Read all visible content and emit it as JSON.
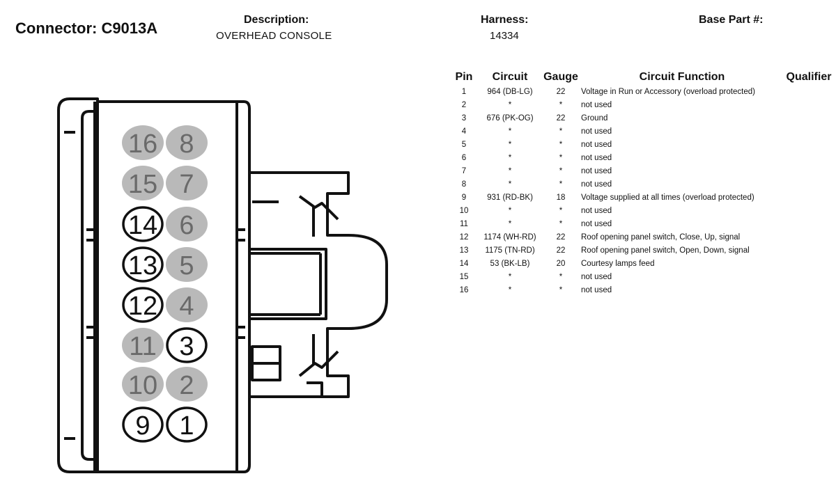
{
  "header": {
    "connector": "Connector: C9013A",
    "description_label": "Description:",
    "description_value": "OVERHEAD CONSOLE",
    "harness_label": "Harness:",
    "harness_value": "14334",
    "base_part_label": "Base Part #:"
  },
  "table": {
    "columns": [
      "Pin",
      "Circuit",
      "Gauge",
      "Circuit Function",
      "Qualifier"
    ],
    "rows": [
      {
        "pin": "1",
        "circuit": "964 (DB-LG)",
        "gauge": "22",
        "function": "Voltage in Run or Accessory (overload protected)"
      },
      {
        "pin": "2",
        "circuit": "*",
        "gauge": "*",
        "function": "not used"
      },
      {
        "pin": "3",
        "circuit": "676 (PK-OG)",
        "gauge": "22",
        "function": "Ground"
      },
      {
        "pin": "4",
        "circuit": "*",
        "gauge": "*",
        "function": "not used"
      },
      {
        "pin": "5",
        "circuit": "*",
        "gauge": "*",
        "function": "not used"
      },
      {
        "pin": "6",
        "circuit": "*",
        "gauge": "*",
        "function": "not used"
      },
      {
        "pin": "7",
        "circuit": "*",
        "gauge": "*",
        "function": "not used"
      },
      {
        "pin": "8",
        "circuit": "*",
        "gauge": "*",
        "function": "not used"
      },
      {
        "pin": "9",
        "circuit": "931 (RD-BK)",
        "gauge": "18",
        "function": "Voltage supplied at all times (overload protected)"
      },
      {
        "pin": "10",
        "circuit": "*",
        "gauge": "*",
        "function": "not used"
      },
      {
        "pin": "11",
        "circuit": "*",
        "gauge": "*",
        "function": "not used"
      },
      {
        "pin": "12",
        "circuit": "1174 (WH-RD)",
        "gauge": "22",
        "function": "Roof opening panel switch, Close, Up, signal"
      },
      {
        "pin": "13",
        "circuit": "1175 (TN-RD)",
        "gauge": "22",
        "function": "Roof opening panel switch, Open, Down, signal"
      },
      {
        "pin": "14",
        "circuit": "53 (BK-LB)",
        "gauge": "20",
        "function": "Courtesy lamps feed"
      },
      {
        "pin": "15",
        "circuit": "*",
        "gauge": "*",
        "function": "not used"
      },
      {
        "pin": "16",
        "circuit": "*",
        "gauge": "*",
        "function": "not used"
      }
    ]
  },
  "connector_pins": {
    "left_column": [
      "16",
      "15",
      "14",
      "13",
      "12",
      "11",
      "10",
      "9"
    ],
    "right_column": [
      "8",
      "7",
      "6",
      "5",
      "4",
      "3",
      "2",
      "1"
    ],
    "used_pins": [
      "1",
      "3",
      "9",
      "12",
      "13",
      "14"
    ],
    "used_style": "white fill, black outline",
    "unused_style": "gray fill"
  },
  "colors": {
    "unused_pin_fill": "#b9b9b9",
    "unused_pin_text": "#6a6a6a",
    "used_pin_fill": "#ffffff",
    "outline": "#111111"
  }
}
